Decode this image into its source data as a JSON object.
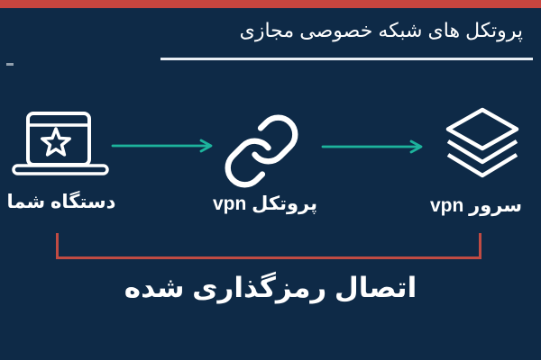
{
  "header": {
    "title": "پروتکل های شبکه خصوصی مجازی"
  },
  "nodes": [
    {
      "label": "دستگاه شما",
      "icon": "laptop-star-icon"
    },
    {
      "label": "پروتکل vpn",
      "icon": "chain-link-icon"
    },
    {
      "label": "سرور vpn",
      "icon": "layers-stack-icon"
    }
  ],
  "connectors": {
    "arrow_icon": "arrow-right-icon",
    "bracket_icon": "bracket-underline-shape"
  },
  "footer": {
    "caption": "اتصال رمزگذاری شده"
  },
  "colors": {
    "background": "#0e2a47",
    "top_bar_red": "#c7453f",
    "arrow_teal": "#1db39c",
    "bracket_red": "#c04b43",
    "text": "#ffffff"
  }
}
